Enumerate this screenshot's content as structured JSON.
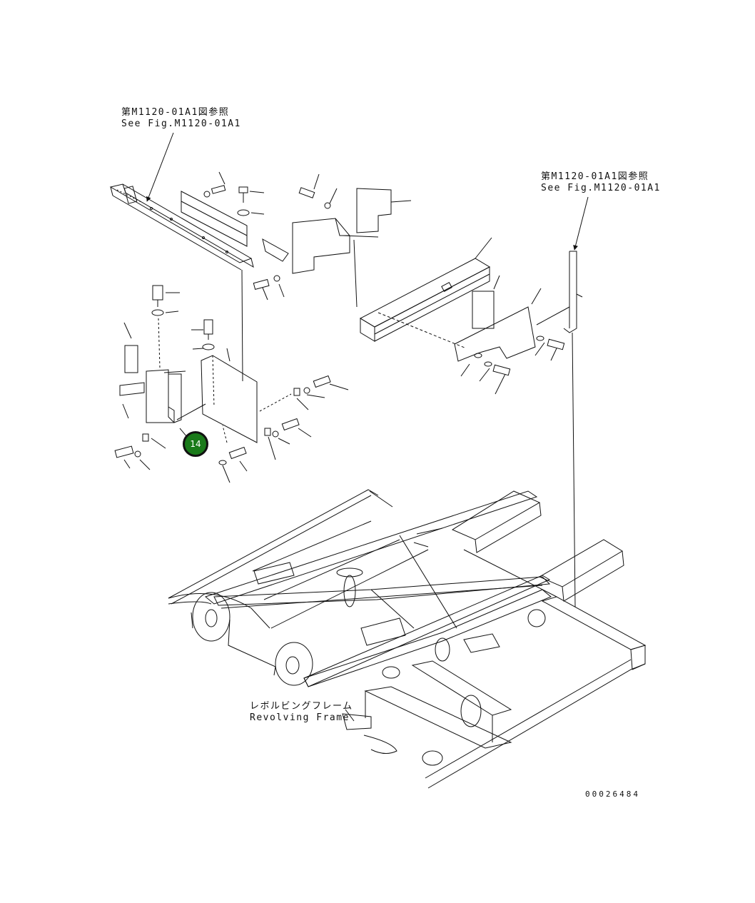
{
  "references": {
    "left": {
      "jp": "第M1120-01A1図参照",
      "en": "See Fig.M1120-01A1"
    },
    "right": {
      "jp": "第M1120-01A1図参照",
      "en": "See Fig.M1120-01A1"
    }
  },
  "frame_label": {
    "jp": "レボルビングフレーム",
    "en": "Revolving Frame"
  },
  "callout": {
    "number": "14",
    "color": "#1a7a1a"
  },
  "drawing_number": "00026484",
  "colors": {
    "line": "#111111",
    "background": "#ffffff"
  }
}
